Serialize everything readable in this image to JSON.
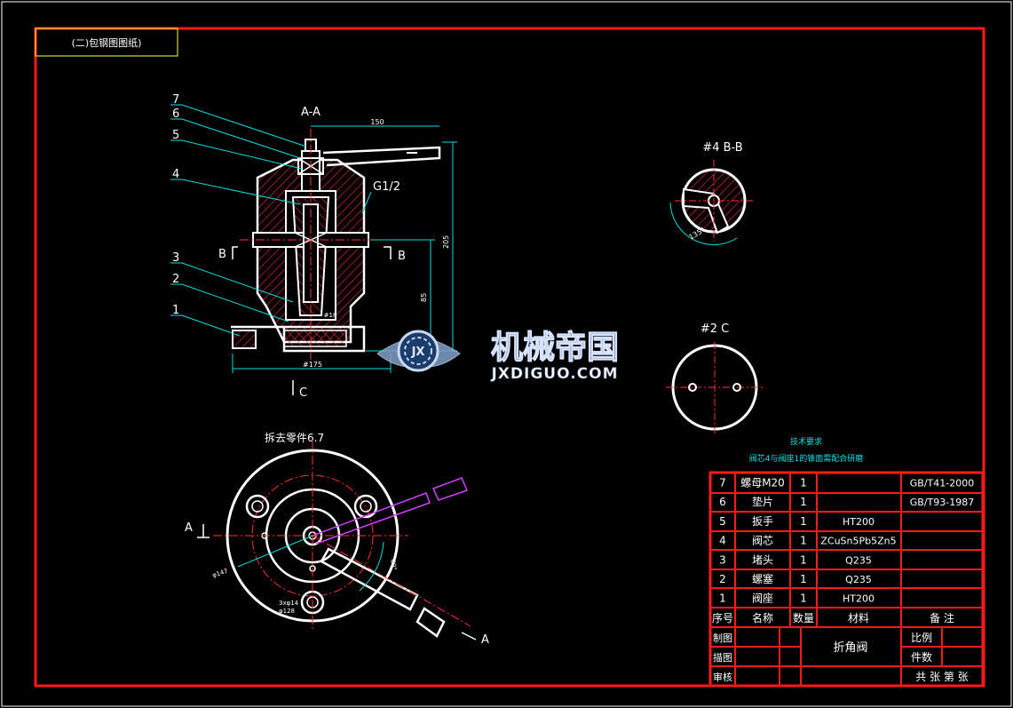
{
  "top_label": "(二)包钢图图纸)",
  "colors": {
    "frame": "#ff1a1a",
    "outline": "#ffffff",
    "dim": "#00e0e0",
    "center": "#ff3030",
    "hatch": "#ff3030",
    "magenta": "#d040ff",
    "yellow": "#ffff40",
    "note": "#00e0e0"
  },
  "views": {
    "section_title": "A-A",
    "bb_title": "#4 B-B",
    "c_title": "#2 C",
    "plan_title": "拆去零件6.7",
    "cut_a": "A",
    "cut_b_left": "B",
    "cut_b_right": "B",
    "cut_c": "C",
    "thread_label": "G1/2"
  },
  "balloons": [
    "7",
    "6",
    "5",
    "4",
    "3",
    "2",
    "1"
  ],
  "dimensions": {
    "handle_length": "150",
    "total_height": "205",
    "port_height": "85",
    "base_dia": "#175",
    "bore_dia": "#18",
    "bb_angle": "135°",
    "plan_dia": "φ147",
    "plan_bolt": "3xφ14",
    "plan_pcd": "φ128",
    "plan_angle": "60°"
  },
  "notes": {
    "title": "技术要求",
    "line1": "阀芯4与阀座1的锥面需配合研磨"
  },
  "watermark": {
    "brand": "机械帝国",
    "url": "JXDIGUO.COM",
    "emblem": "JX"
  },
  "parts": [
    {
      "no": "7",
      "name": "螺母M20",
      "qty": "1",
      "material": "",
      "note": "GB/T41-2000"
    },
    {
      "no": "6",
      "name": "垫片",
      "qty": "1",
      "material": "",
      "note": "GB/T93-1987"
    },
    {
      "no": "5",
      "name": "扳手",
      "qty": "1",
      "material": "HT200",
      "note": ""
    },
    {
      "no": "4",
      "name": "阀芯",
      "qty": "1",
      "material": "ZCuSn5Pb5Zn5",
      "note": ""
    },
    {
      "no": "3",
      "name": "堵头",
      "qty": "1",
      "material": "Q235",
      "note": ""
    },
    {
      "no": "2",
      "name": "螺塞",
      "qty": "1",
      "material": "Q235",
      "note": ""
    },
    {
      "no": "1",
      "name": "阀座",
      "qty": "1",
      "material": "HT200",
      "note": ""
    }
  ],
  "header": {
    "no": "序号",
    "name": "名称",
    "qty": "数量",
    "material": "材料",
    "note": "备  注"
  },
  "title_block": {
    "drawn": "制图",
    "traced": "描图",
    "checked": "审核",
    "drawing_name": "折角阀",
    "scale": "比例",
    "count": "件数",
    "sheets": "共  张  第  张"
  }
}
